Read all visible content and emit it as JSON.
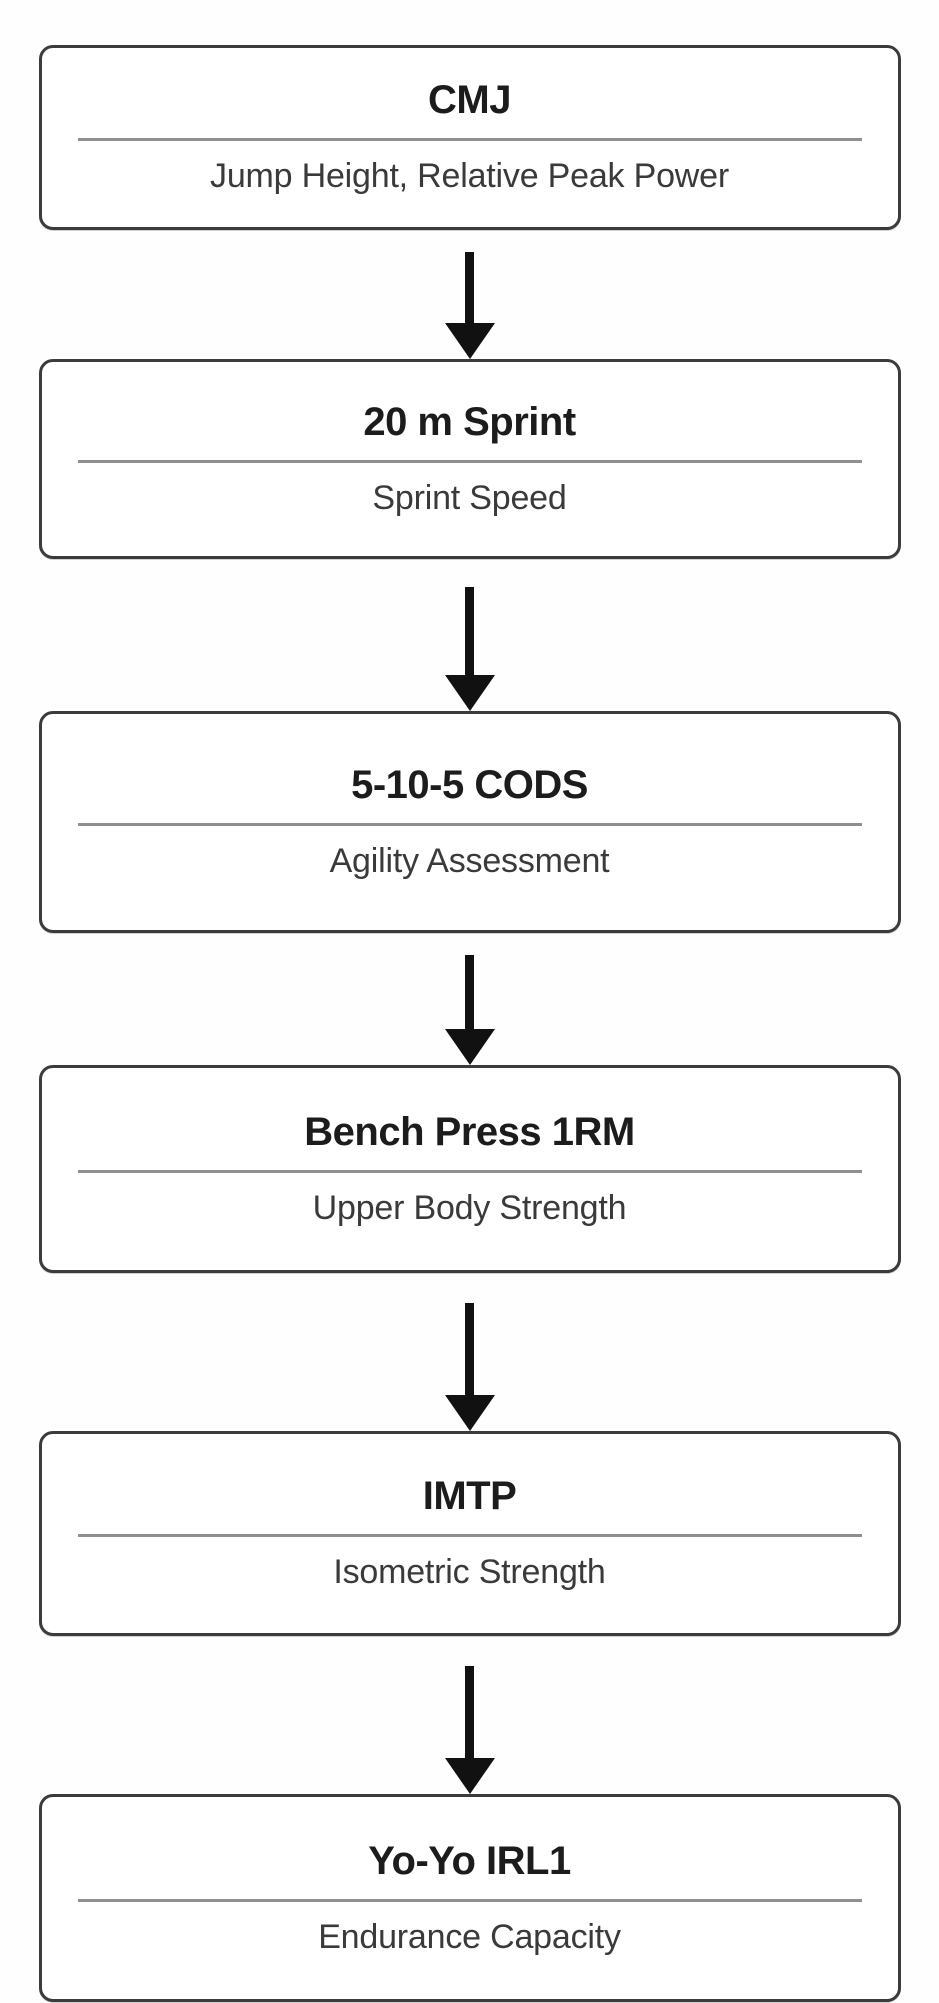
{
  "diagram": {
    "orientation": "vertical-top-to-bottom",
    "background_color": "#ffffff",
    "border_color": "#3b3b3b",
    "divider_color": "#8f8f8f",
    "arrow_color": "#111111",
    "title_color": "#1c1c1c",
    "subtitle_color": "#3a3a3a",
    "nodes": [
      {
        "title": "CMJ",
        "subtitle": "Jump Height, Relative Peak Power"
      },
      {
        "title": "20 m Sprint",
        "subtitle": "Sprint Speed"
      },
      {
        "title": "5-10-5 CODS",
        "subtitle": "Agility Assessment"
      },
      {
        "title": "Bench Press 1RM",
        "subtitle": "Upper Body Strength"
      },
      {
        "title": "IMTP",
        "subtitle": "Isometric Strength"
      },
      {
        "title": "Yo-Yo IRL1",
        "subtitle": "Endurance Capacity"
      }
    ],
    "connectors": [
      {
        "from": "CMJ",
        "to": "20 m Sprint",
        "icon": "down-arrow-icon"
      },
      {
        "from": "20 m Sprint",
        "to": "5-10-5 CODS",
        "icon": "down-arrow-icon"
      },
      {
        "from": "5-10-5 CODS",
        "to": "Bench Press 1RM",
        "icon": "down-arrow-icon"
      },
      {
        "from": "Bench Press 1RM",
        "to": "IMTP",
        "icon": "down-arrow-icon"
      },
      {
        "from": "IMTP",
        "to": "Yo-Yo IRL1",
        "icon": "down-arrow-icon"
      }
    ]
  }
}
